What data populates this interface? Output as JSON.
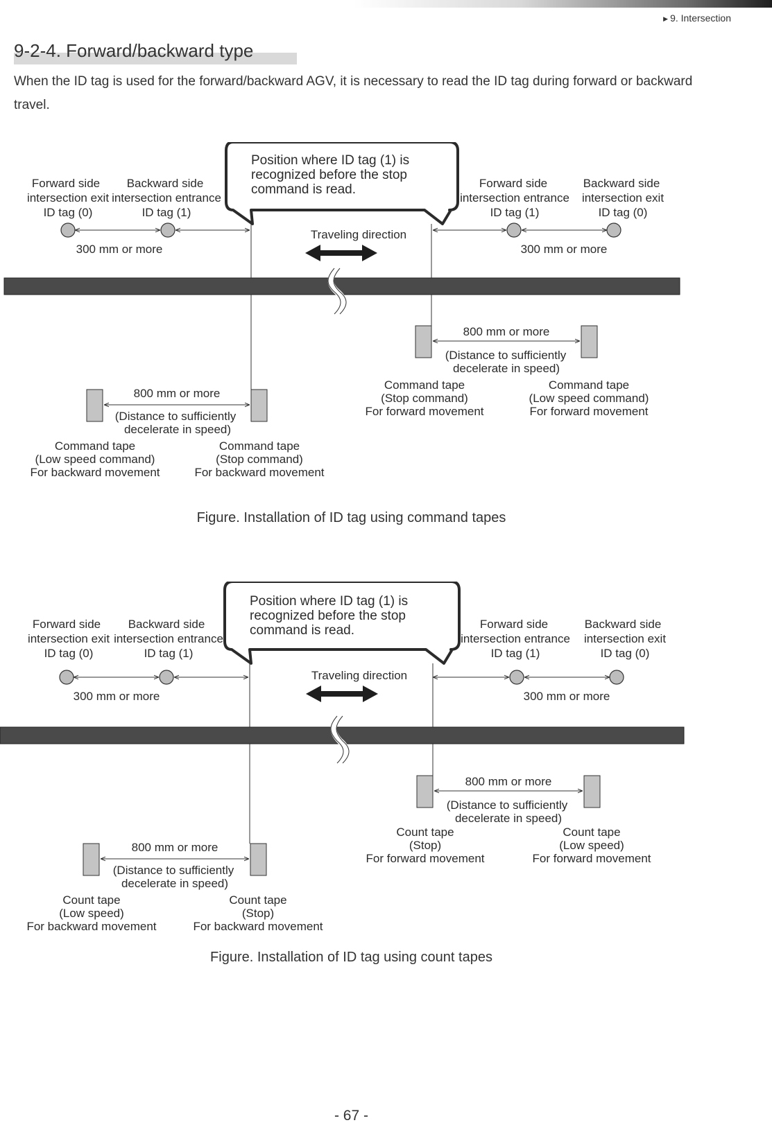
{
  "header": {
    "breadcrumb": "9. Intersection"
  },
  "section": {
    "title": "9-2-4. Forward/backward type",
    "intro": "When the ID tag is used for the forward/backward AGV, it is necessary to read the ID tag during forward or backward travel."
  },
  "figures": [
    {
      "callout": [
        "Position where ID tag (1) is",
        "recognized before the stop",
        "command is read."
      ],
      "traveling_direction": "Traveling direction",
      "tags": {
        "fwd_exit": [
          "Forward side",
          "intersection exit",
          "ID tag (0)"
        ],
        "bwd_entrance": [
          "Backward side",
          "intersection entrance",
          "ID tag (1)"
        ],
        "fwd_entrance": [
          "Forward side",
          "intersection entrance",
          "ID tag (1)"
        ],
        "bwd_exit": [
          "Backward side",
          "intersection exit",
          "ID tag (0)"
        ]
      },
      "dist_300_left": "300 mm or more",
      "dist_300_right": "300 mm or more",
      "dist_800_left": "800 mm or more",
      "dist_800_right": "800 mm or more",
      "decel_left": [
        "(Distance to sufficiently",
        "decelerate in speed)"
      ],
      "decel_right": [
        "(Distance to sufficiently",
        "decelerate in speed)"
      ],
      "tapes": {
        "back_low": [
          "Command tape",
          "(Low speed command)",
          "For backward movement"
        ],
        "back_stop": [
          "Command tape",
          "(Stop command)",
          "For backward movement"
        ],
        "fwd_stop": [
          "Command tape",
          "(Stop command)",
          "For forward movement"
        ],
        "fwd_low": [
          "Command tape",
          "(Low speed command)",
          "For forward movement"
        ]
      },
      "caption": "Figure. Installation of ID tag using command tapes"
    },
    {
      "callout": [
        "Position where ID tag (1) is",
        "recognized before the stop",
        "command is read."
      ],
      "traveling_direction": "Traveling direction",
      "tags": {
        "fwd_exit": [
          "Forward side",
          "intersection exit",
          "ID tag (0)"
        ],
        "bwd_entrance": [
          "Backward side",
          "intersection entrance",
          "ID tag (1)"
        ],
        "fwd_entrance": [
          "Forward side",
          "intersection entrance",
          "ID tag (1)"
        ],
        "bwd_exit": [
          "Backward side",
          "intersection exit",
          "ID tag (0)"
        ]
      },
      "dist_300_left": "300 mm or more",
      "dist_300_right": "300 mm or more",
      "dist_800_left": "800 mm or more",
      "dist_800_right": "800 mm or more",
      "decel_left": [
        "(Distance to sufficiently",
        "decelerate in speed)"
      ],
      "decel_right": [
        "(Distance to sufficiently",
        "decelerate in speed)"
      ],
      "tapes": {
        "back_low": [
          "Count tape",
          "(Low speed)",
          "For backward movement"
        ],
        "back_stop": [
          "Count tape",
          "(Stop)",
          "For backward movement"
        ],
        "fwd_stop": [
          "Count tape",
          "(Stop)",
          "For forward movement"
        ],
        "fwd_low": [
          "Count tape",
          "(Low speed)",
          "For forward movement"
        ]
      },
      "caption": "Figure. Installation of ID tag using count tapes"
    }
  ],
  "footer": {
    "page_number": "- 67 -"
  }
}
